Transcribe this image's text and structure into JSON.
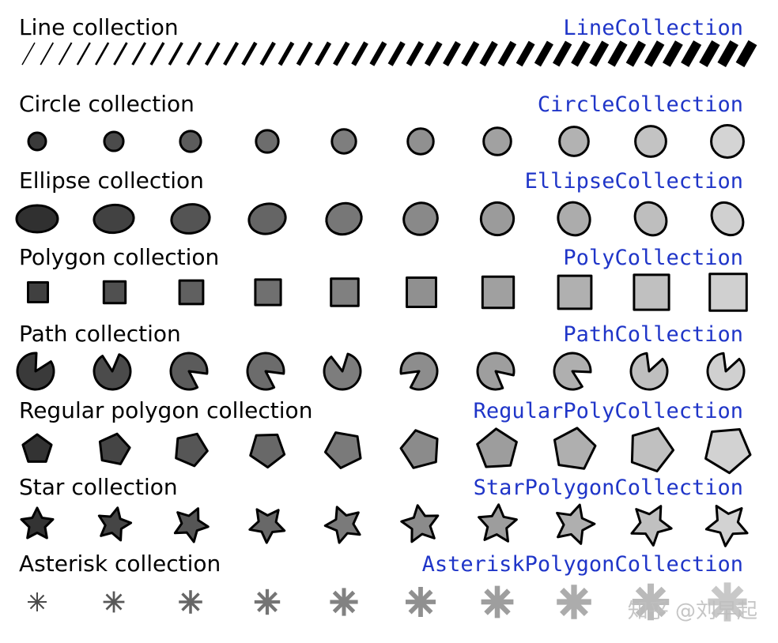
{
  "collections": [
    {
      "title": "Line collection",
      "class_name": "LineCollection",
      "shape": "line",
      "count": 40,
      "fill_start": "#000000",
      "fill_end": "#000000"
    },
    {
      "title": "Circle collection",
      "class_name": "CircleCollection",
      "shape": "circle",
      "count": 10,
      "fill_start": "#3a3a3a",
      "fill_end": "#d4d4d4"
    },
    {
      "title": "Ellipse collection",
      "class_name": "EllipseCollection",
      "shape": "ellipse",
      "count": 10,
      "fill_start": "#303030",
      "fill_end": "#d0d0d0"
    },
    {
      "title": "Polygon collection",
      "class_name": "PolyCollection",
      "shape": "square",
      "count": 10,
      "fill_start": "#404040",
      "fill_end": "#d0d0d0"
    },
    {
      "title": "Path collection",
      "class_name": "PathCollection",
      "shape": "pacman",
      "count": 10,
      "fill_start": "#3a3a3a",
      "fill_end": "#d0d0d0"
    },
    {
      "title": "Regular polygon collection",
      "class_name": "RegularPolyCollection",
      "shape": "pentagon",
      "count": 10,
      "fill_start": "#333333",
      "fill_end": "#d2d2d2"
    },
    {
      "title": "Star collection",
      "class_name": "StarPolygonCollection",
      "shape": "star",
      "count": 10,
      "fill_start": "#333333",
      "fill_end": "#d2d2d2"
    },
    {
      "title": "Asterisk collection",
      "class_name": "AsteriskPolygonCollection",
      "shape": "asterisk",
      "count": 10,
      "fill_start": "#4a4a4a",
      "fill_end": "#c8c8c8"
    }
  ],
  "watermark": "知乎 @刘早起",
  "colors": {
    "title_text": "#000000",
    "class_text": "#1f35c8",
    "stroke": "#000000",
    "watermark": "#bfbfbf"
  }
}
